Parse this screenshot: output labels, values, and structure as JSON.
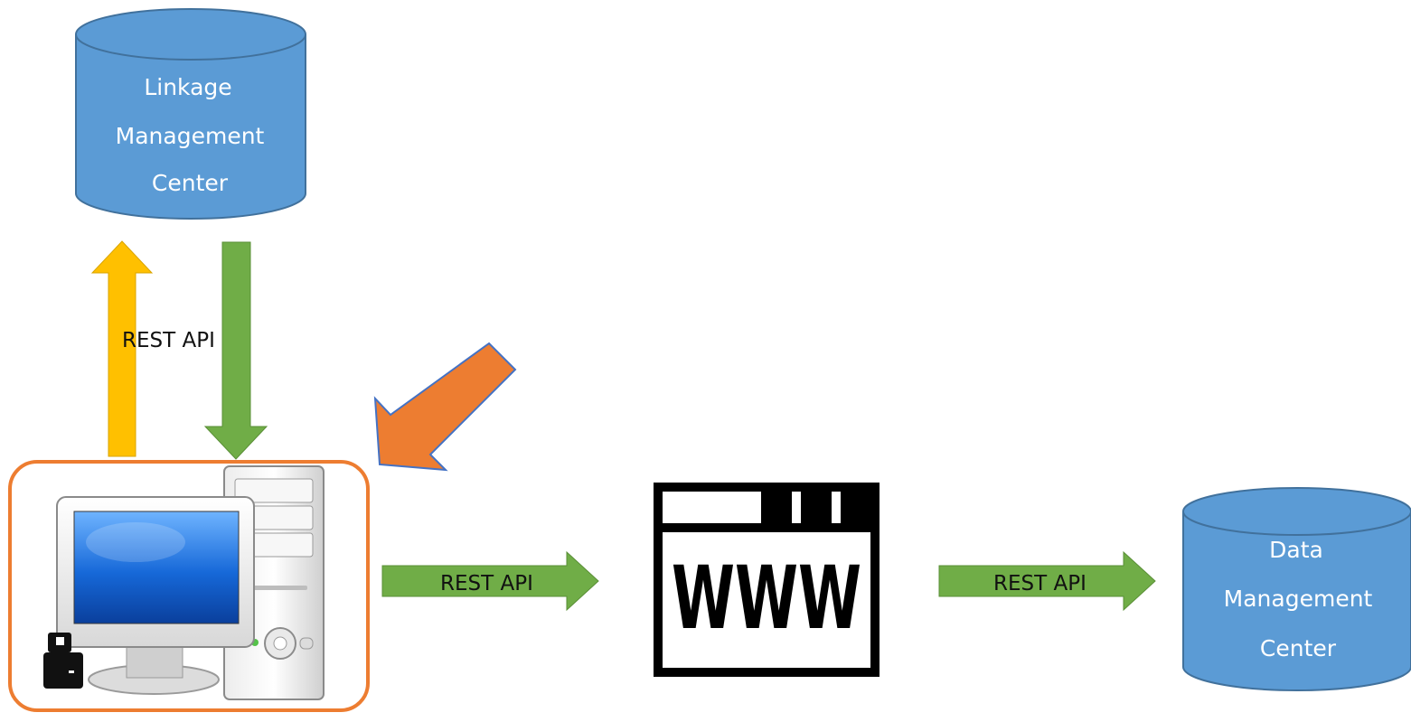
{
  "nodes": {
    "linkage_center": {
      "lines": [
        "Linkage",
        "Management",
        "Center"
      ]
    },
    "data_center": {
      "lines": [
        "Data",
        "Management",
        "Center"
      ]
    },
    "web": {
      "text": "WWW"
    }
  },
  "connections": {
    "vertical_label": "REST API",
    "client_to_web_label": "REST API",
    "web_to_data_label": "REST API"
  },
  "colors": {
    "database_fill": "#5b9bd5",
    "database_stroke": "#41719c",
    "up_arrow": "#ffc000",
    "down_arrow": "#70ad47",
    "right_arrow": "#70ad47",
    "highlight_arrow": "#ed7d31",
    "client_frame": "#ed7d31"
  },
  "icons": [
    "database-icon",
    "desktop-computer-icon",
    "web-browser-icon",
    "highlight-arrow-icon"
  ]
}
